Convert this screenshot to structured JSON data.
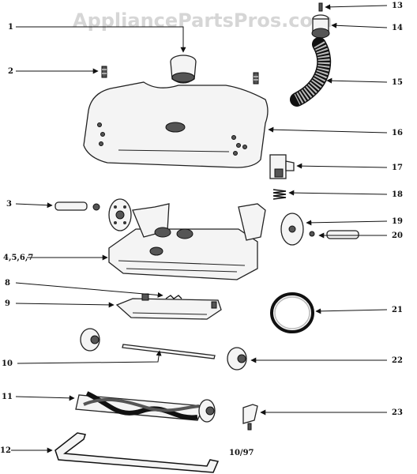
{
  "watermark": "AppliancePartsPros.com",
  "date_code": "10/97",
  "callouts": [
    {
      "id": "c1",
      "text": "1"
    },
    {
      "id": "c2",
      "text": "2"
    },
    {
      "id": "c3",
      "text": "3"
    },
    {
      "id": "c4",
      "text": "4,5,6,7"
    },
    {
      "id": "c8",
      "text": "8"
    },
    {
      "id": "c9",
      "text": "9"
    },
    {
      "id": "c10",
      "text": "10"
    },
    {
      "id": "c11",
      "text": "11"
    },
    {
      "id": "c12",
      "text": "12"
    },
    {
      "id": "c13",
      "text": "13"
    },
    {
      "id": "c14",
      "text": "14"
    },
    {
      "id": "c15",
      "text": "15"
    },
    {
      "id": "c16",
      "text": "16"
    },
    {
      "id": "c17",
      "text": "17"
    },
    {
      "id": "c18",
      "text": "18"
    },
    {
      "id": "c19",
      "text": "19"
    },
    {
      "id": "c20",
      "text": "20"
    },
    {
      "id": "c21",
      "text": "21"
    },
    {
      "id": "c22",
      "text": "22"
    },
    {
      "id": "c23",
      "text": "23"
    }
  ]
}
